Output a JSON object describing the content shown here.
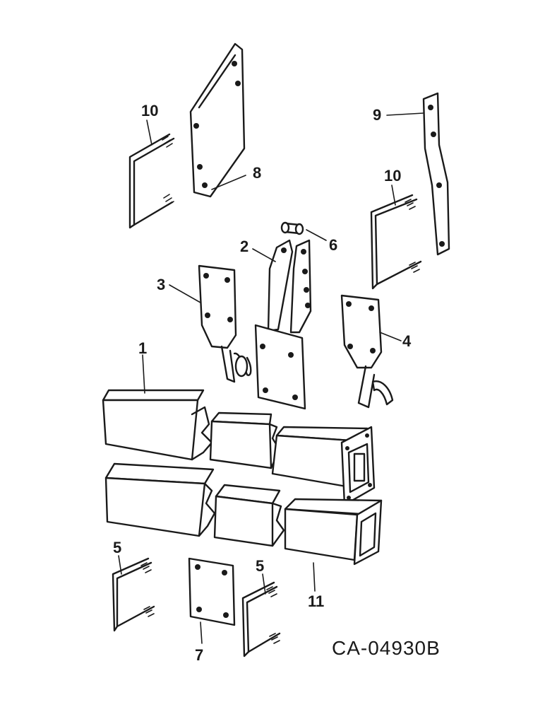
{
  "callouts": {
    "c1": "1",
    "c2": "2",
    "c3": "3",
    "c4": "4",
    "c5a": "5",
    "c5b": "5",
    "c6": "6",
    "c7": "7",
    "c8": "8",
    "c9": "9",
    "c10a": "10",
    "c10b": "10",
    "c11": "11"
  },
  "drawing_code": "CA-04930B"
}
